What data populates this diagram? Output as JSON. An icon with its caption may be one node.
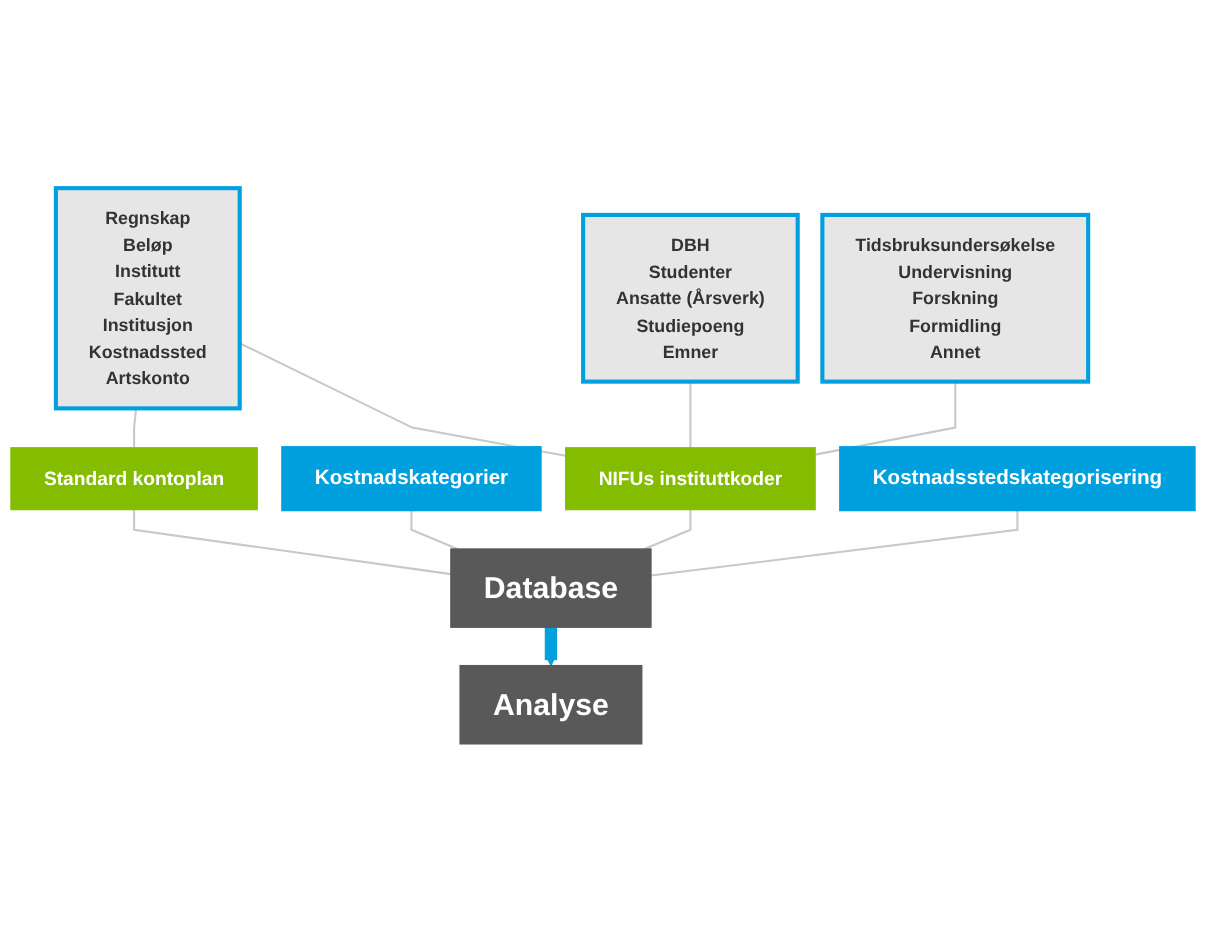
{
  "diagram": {
    "nodes": [
      {
        "text": [
          "Regnskap",
          "Beløp",
          "Institutt",
          "Fakultet",
          "Institusjon",
          "Kostnadssted",
          "Artskonto"
        ]
      },
      {
        "text": [
          "DBH",
          "Studenter",
          "Ansatte (Årsverk)",
          "Studiepoeng",
          "Emner"
        ]
      },
      {
        "text": [
          "Tidsbruksundersøkelse",
          "Undervisning",
          "Forskning",
          "Formidling",
          "Annet"
        ]
      },
      {
        "text": [
          "Standard kontoplan"
        ]
      },
      {
        "text": [
          "NIFUs instituttkoder"
        ]
      },
      {
        "text": [
          "Kostnadskategorier"
        ]
      },
      {
        "text": [
          "Kostnadsstedskategorisering"
        ]
      },
      {
        "text": [
          "Database"
        ]
      },
      {
        "text": [
          "Analyse"
        ]
      }
    ],
    "edges": [
      {
        "from": 0,
        "to": 3,
        "arrow": "none"
      },
      {
        "from": 0,
        "to": 4,
        "arrow": "none"
      },
      {
        "from": 1,
        "to": 4,
        "arrow": "none"
      },
      {
        "from": 2,
        "to": 4,
        "arrow": "none"
      },
      {
        "from": 3,
        "to": 7,
        "arrow": "none"
      },
      {
        "from": 5,
        "to": 7,
        "arrow": "none"
      },
      {
        "from": 4,
        "to": 7,
        "arrow": "none"
      },
      {
        "from": 6,
        "to": 7,
        "arrow": "none"
      },
      {
        "from": 7,
        "to": 8,
        "arrow": "to",
        "style": "thick",
        "color": "#00a0de"
      }
    ]
  }
}
